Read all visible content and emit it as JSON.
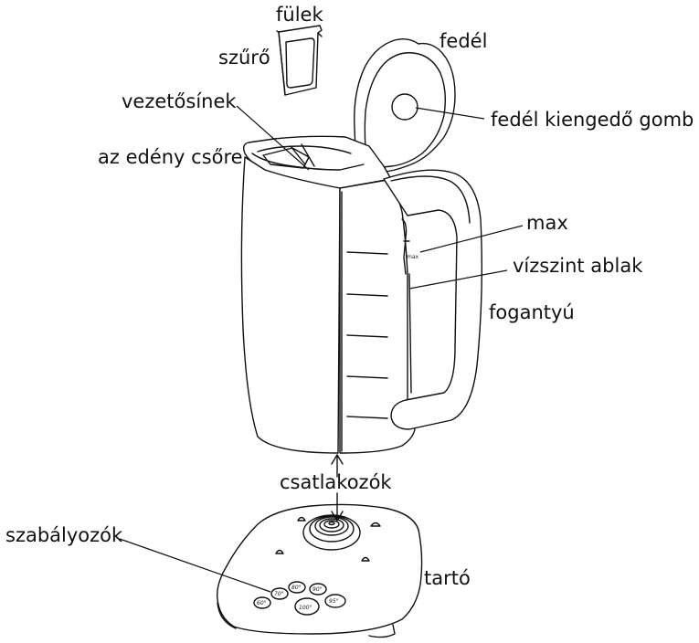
{
  "labels": {
    "tabs": "fülek",
    "filter": "szűrő",
    "lid": "fedél",
    "guide_rails": "vezetősínek",
    "lid_release_button": "fedél kiengedő gomb",
    "spout": "az edény csőre",
    "max": "max",
    "water_level_window": "vízszint ablak",
    "handle": "fogantyú",
    "connectors": "csatlakozók",
    "controls": "szabályozók",
    "base": "tartó"
  },
  "window_marking": "max",
  "temperature_buttons": [
    "60°",
    "70°",
    "80°",
    "90°",
    "95°",
    "100°"
  ]
}
